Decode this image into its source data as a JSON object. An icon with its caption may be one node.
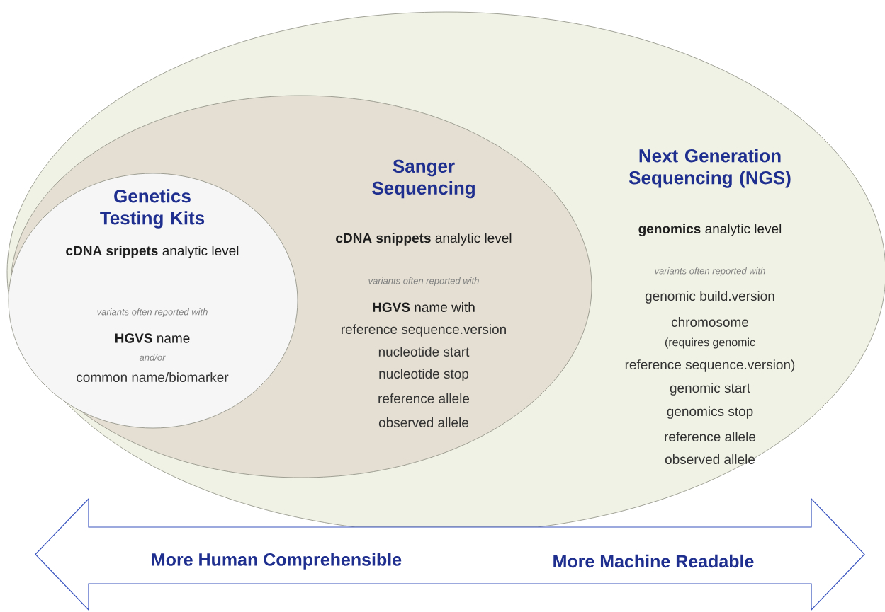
{
  "diagram": {
    "nodes": [
      {
        "text": [
          "Next Generation Sequencing (NGS)",
          "**genomics** analytic level",
          "variants often reported with",
          "genomic build.version",
          "chromosome",
          "(requires genomic",
          "reference sequence.version)",
          "genomic start",
          "genomics stop",
          "reference allele",
          "observed allele"
        ]
      },
      {
        "text": [
          "Sanger Sequencing",
          "**cDNA snippets** analytic level",
          "variants often reported with",
          "**HGVS** name with",
          "reference sequence.version",
          "nucleotide start",
          "nucleotide stop",
          "reference allele",
          "observed allele"
        ],
        "in": 0
      },
      {
        "text": [
          "Genetics Testing Kits",
          "**cDNA srippets** analytic level",
          "variants often reported with",
          "**HGVS** name",
          "and/or",
          "common name/biomarker"
        ],
        "in": 1
      },
      {
        "text": [
          "More Human Comprehensible",
          "More Machine Readable"
        ]
      }
    ],
    "edges": []
  }
}
